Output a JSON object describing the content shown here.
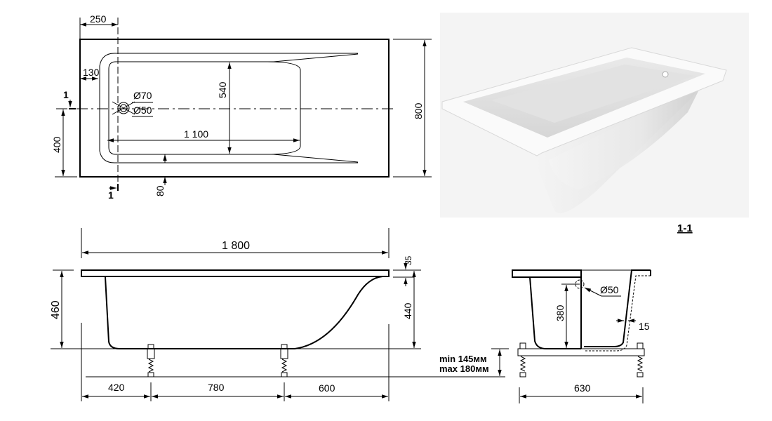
{
  "top_view": {
    "dim_250": "250",
    "dim_130": "130",
    "dim_540": "540",
    "dim_1100": "1 100",
    "dim_400": "400",
    "dim_800": "800",
    "dim_80": "80",
    "drain_outer": "Ø70",
    "drain_inner": "Ø50",
    "section_mark_top": "1",
    "section_mark_bottom": "1"
  },
  "side_view": {
    "dim_length": "1 800",
    "dim_height": "460",
    "dim_rim": "35",
    "dim_depth": "440",
    "leg_height_min": "min 145мм",
    "leg_height_max": "max 180мм",
    "dim_420": "420",
    "dim_780": "780",
    "dim_600": "600"
  },
  "section_view": {
    "title": "1-1",
    "dim_380": "380",
    "overflow": "Ø50",
    "wall_thickness": "15",
    "dim_630": "630"
  },
  "photo": {
    "background": "#f3f3f3",
    "tub_color": "#ffffff"
  }
}
